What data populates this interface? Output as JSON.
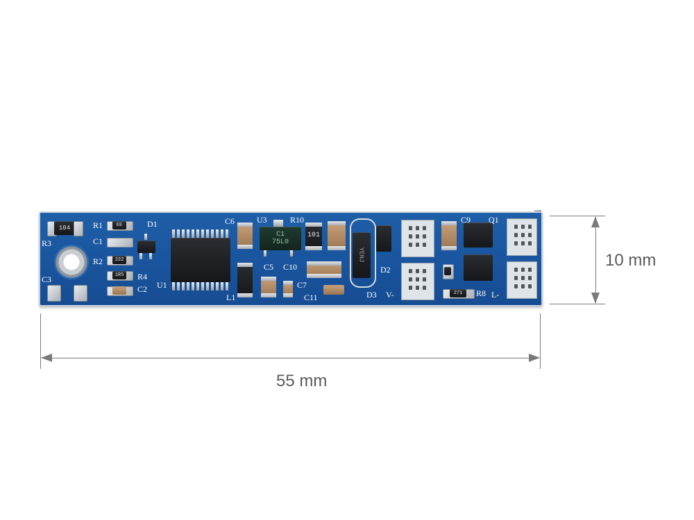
{
  "dimensions": {
    "width_label": "55 mm",
    "height_label": "10 mm"
  },
  "silkscreen": {
    "r3": "R3",
    "c3": "C3",
    "r1": "R1",
    "c1": "C1",
    "r2": "R2",
    "r4": "R4",
    "c2": "C2",
    "d1": "D1",
    "u1": "U1",
    "c6": "C6",
    "u3": "U3",
    "r10": "R10",
    "c5": "C5",
    "c10": "C10",
    "c7": "C7",
    "c11": "C11",
    "l1": "L1",
    "d2": "D2",
    "d3": "D3",
    "v_minus": "V-",
    "c9": "C9",
    "q1": "Q1",
    "r8": "R8",
    "l_minus": "L-"
  },
  "markings": {
    "r3_code": "104",
    "u3_code": "C1\n75L0",
    "cap_101": "101",
    "d3_code": "YENJ",
    "r8_code": "271",
    "r_small_1": "EE",
    "r_small_2": "222",
    "r_small_3": "1R5"
  },
  "colors": {
    "board": "#1a56a0",
    "dimension_lines": "#7a7a7a",
    "dimension_text": "#5a5a5a"
  }
}
